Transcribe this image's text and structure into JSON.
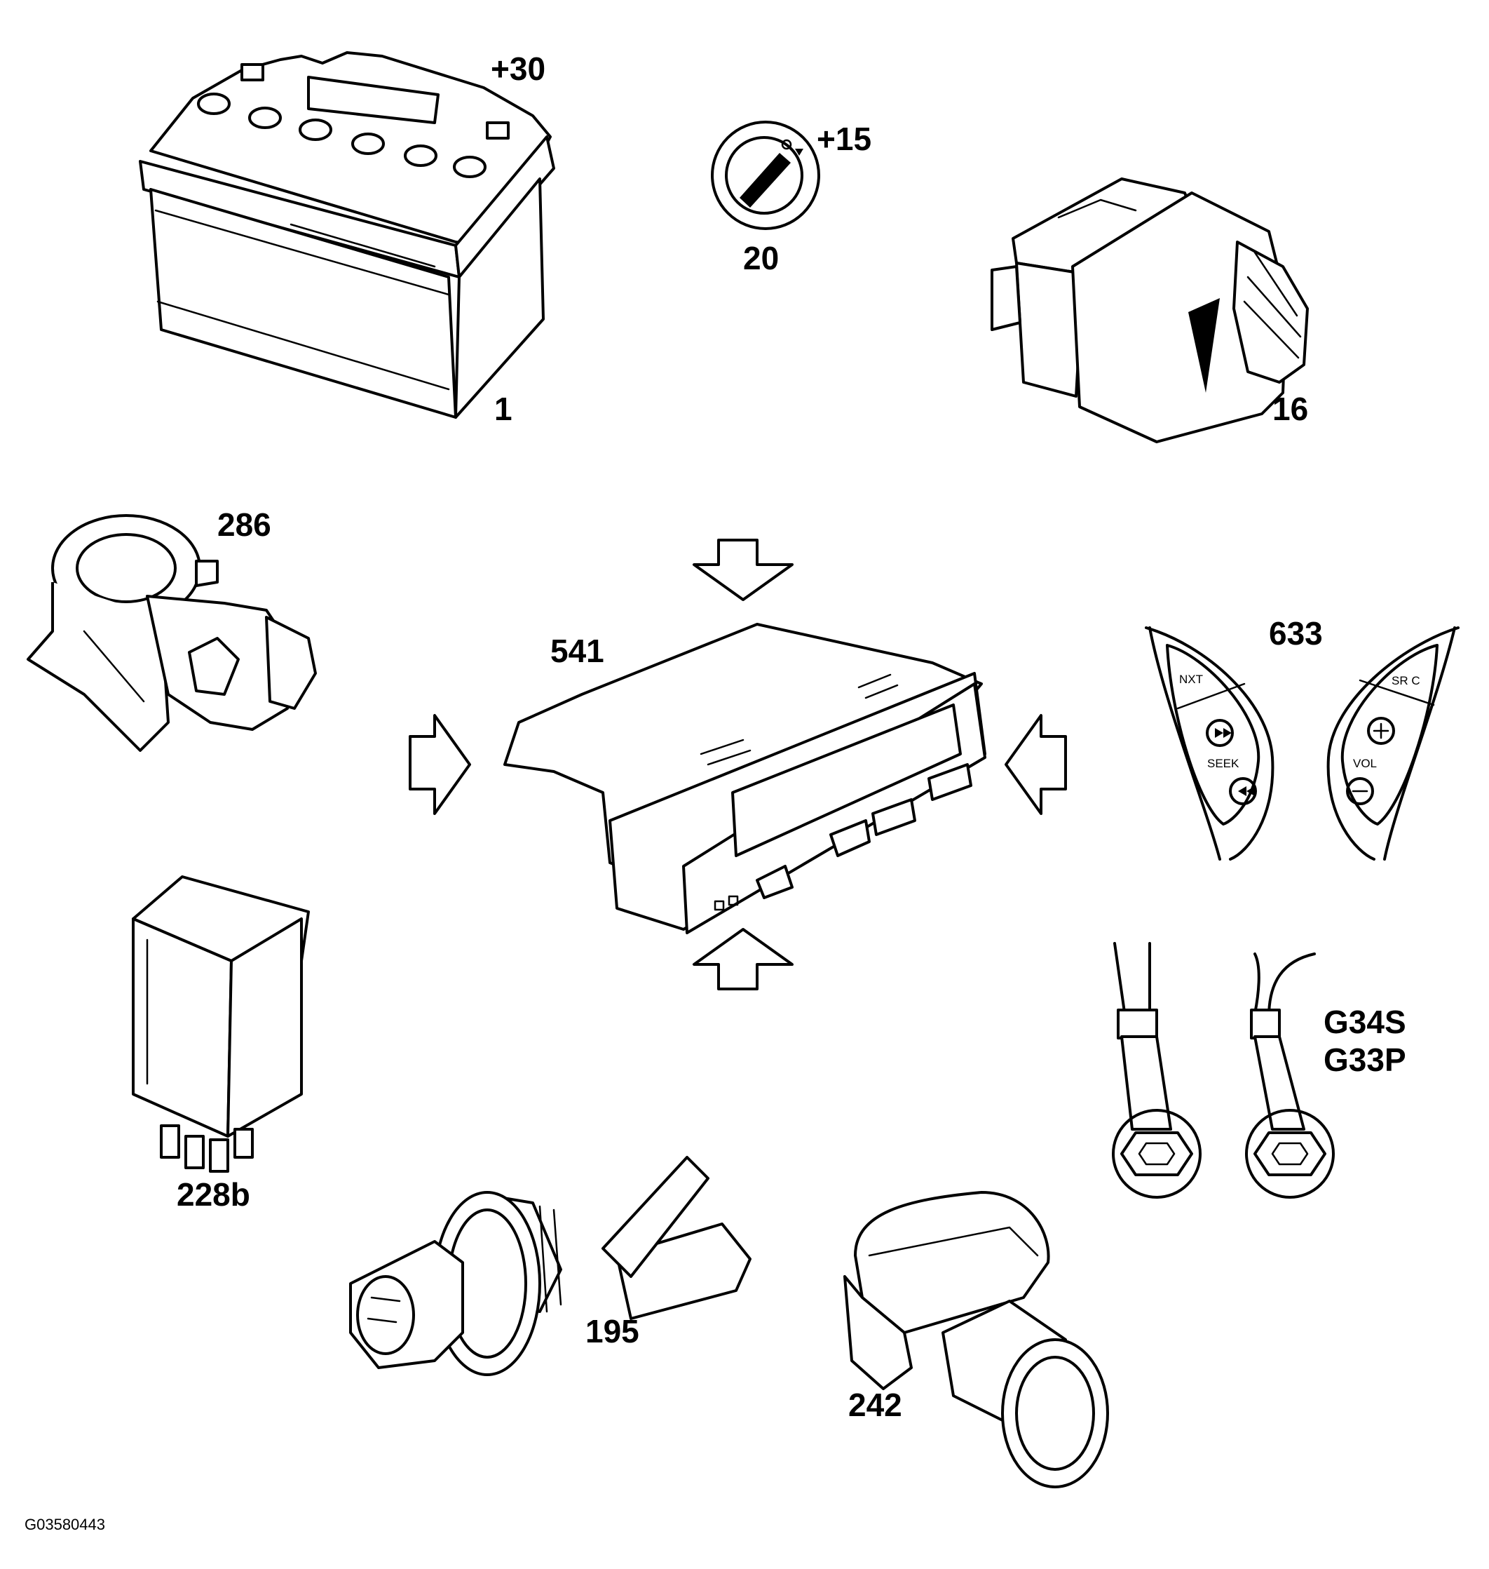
{
  "labels": {
    "battery_terminal": "+30",
    "battery": "1",
    "ignition_terminal": "+15",
    "ignition_switch": "20",
    "switch_16": "16",
    "connector_286": "286",
    "unit_541": "541",
    "steering_controls": "633",
    "ground_points_1": "G34S",
    "ground_points_2": "G33P",
    "relay": "228b",
    "sensor_195": "195",
    "connector_242": "242",
    "figure_ref": "G03580443"
  },
  "steering_buttons": {
    "next": "NXT",
    "seek": "SEEK",
    "source": "SR C",
    "volume": "VOL"
  }
}
